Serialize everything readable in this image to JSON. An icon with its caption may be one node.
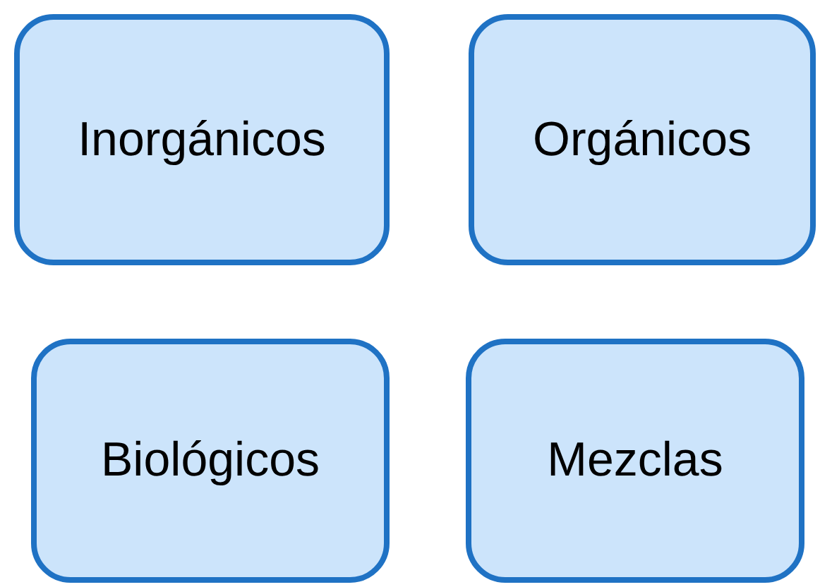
{
  "diagram": {
    "nodes": [
      {
        "text": [
          "Inorgánicos"
        ]
      },
      {
        "text": [
          "Orgánicos"
        ]
      },
      {
        "text": [
          "Biológicos"
        ]
      },
      {
        "text": [
          "Mezclas"
        ]
      }
    ]
  }
}
